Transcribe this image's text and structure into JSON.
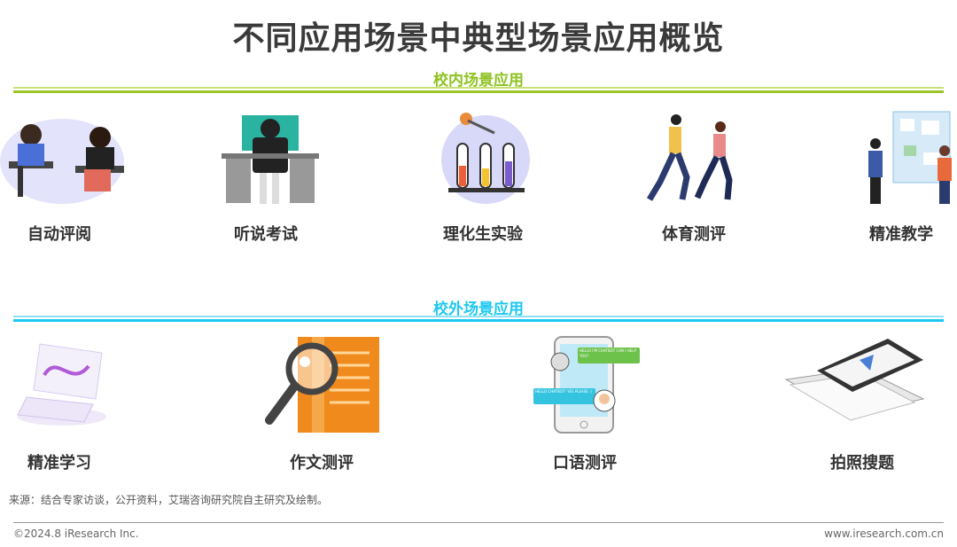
{
  "title": "不同应用场景中典型场景应用概览",
  "sections": [
    {
      "title": "校内场景应用",
      "color": "#8dc21f",
      "items": [
        {
          "label": "自动评阅"
        },
        {
          "label": "听说考试"
        },
        {
          "label": "理化生实验"
        },
        {
          "label": "体育测评"
        },
        {
          "label": "精准教学"
        }
      ]
    },
    {
      "title": "校外场景应用",
      "color": "#1ec8f0",
      "items": [
        {
          "label": "精准学习"
        },
        {
          "label": "作文测评"
        },
        {
          "label": "口语测评"
        },
        {
          "label": "拍照搜题"
        }
      ]
    }
  ],
  "chat": {
    "bot": "HELLO I'M CHATBOT CAN I HELP YOU?",
    "user": "HELLO CHATBOT! YES PLEASE :)"
  },
  "source": "来源：结合专家访谈，公开资料，艾瑞咨询研究院自主研究及绘制。",
  "footer": {
    "copyright": "©2024.8 iResearch Inc.",
    "website": "www.iresearch.com.cn"
  }
}
